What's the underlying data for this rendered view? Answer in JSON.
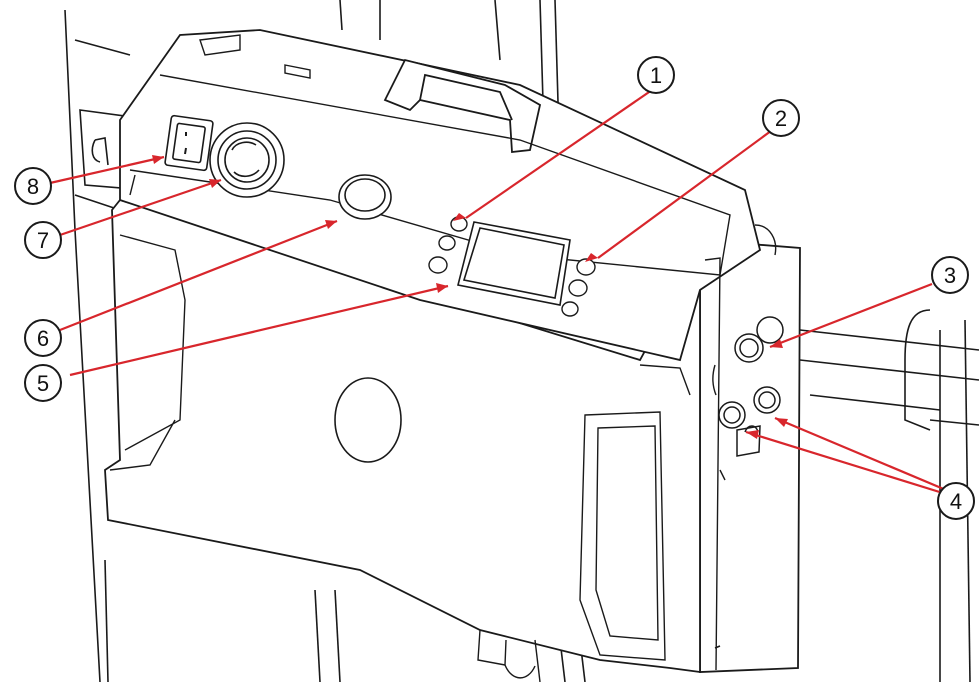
{
  "diagram": {
    "callouts": [
      {
        "id": "1",
        "label": "1"
      },
      {
        "id": "2",
        "label": "2"
      },
      {
        "id": "3",
        "label": "3"
      },
      {
        "id": "4",
        "label": "4"
      },
      {
        "id": "5",
        "label": "5"
      },
      {
        "id": "6",
        "label": "6"
      },
      {
        "id": "7",
        "label": "7"
      },
      {
        "id": "8",
        "label": "8"
      }
    ],
    "colors": {
      "leader_line": "#d8262c",
      "outline": "#1a1a1a",
      "circle_fill": "#ffffff"
    }
  }
}
